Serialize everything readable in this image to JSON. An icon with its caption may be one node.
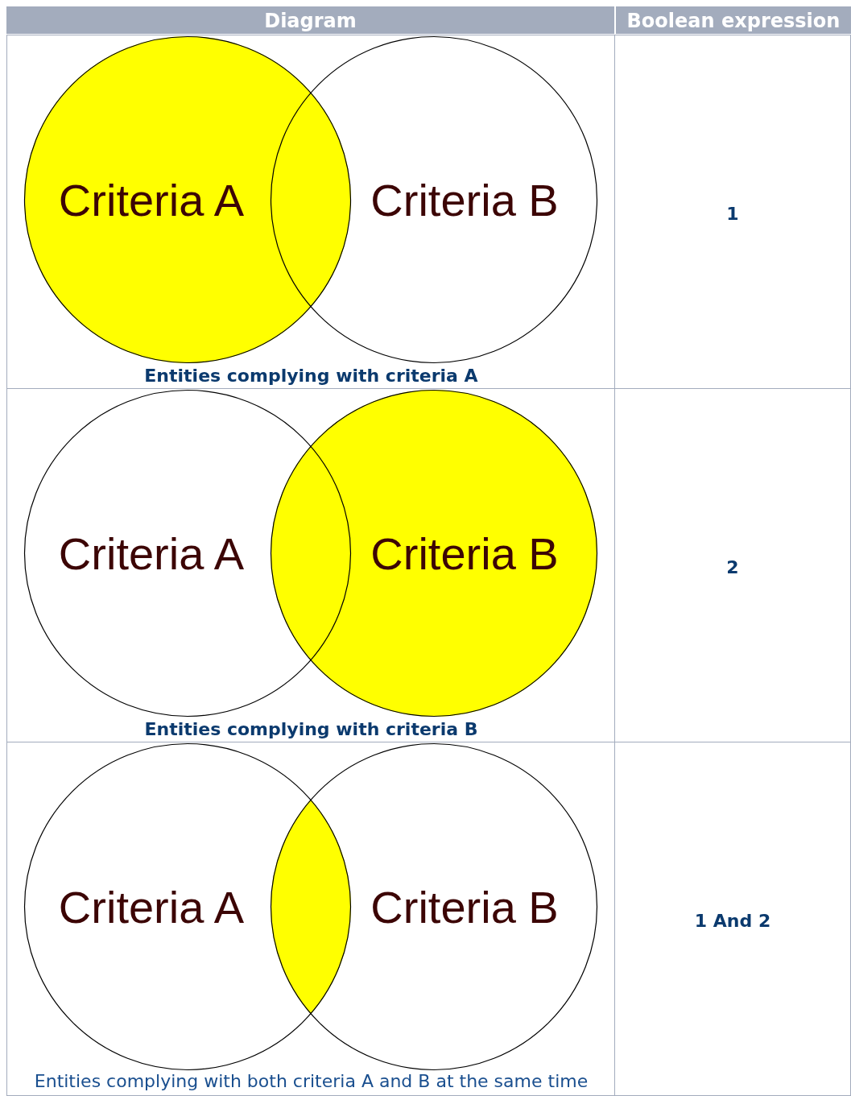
{
  "diagram": {
    "nodes": [
      {
        "text": [
          "Criteria A"
        ]
      },
      {
        "text": [
          "Criteria B"
        ]
      },
      {
        "text": [
          "Criteria A"
        ]
      },
      {
        "text": [
          "Criteria B"
        ]
      },
      {
        "text": [
          "Criteria A"
        ]
      },
      {
        "text": [
          "Criteria B"
        ]
      }
    ],
    "labels": [
      "Diagram",
      "Boolean expression",
      "Entities complying with criteria A",
      "1",
      "Entities complying with criteria B",
      "2",
      "Entities complying with both criteria A and B at the same time",
      "1 And 2"
    ]
  }
}
